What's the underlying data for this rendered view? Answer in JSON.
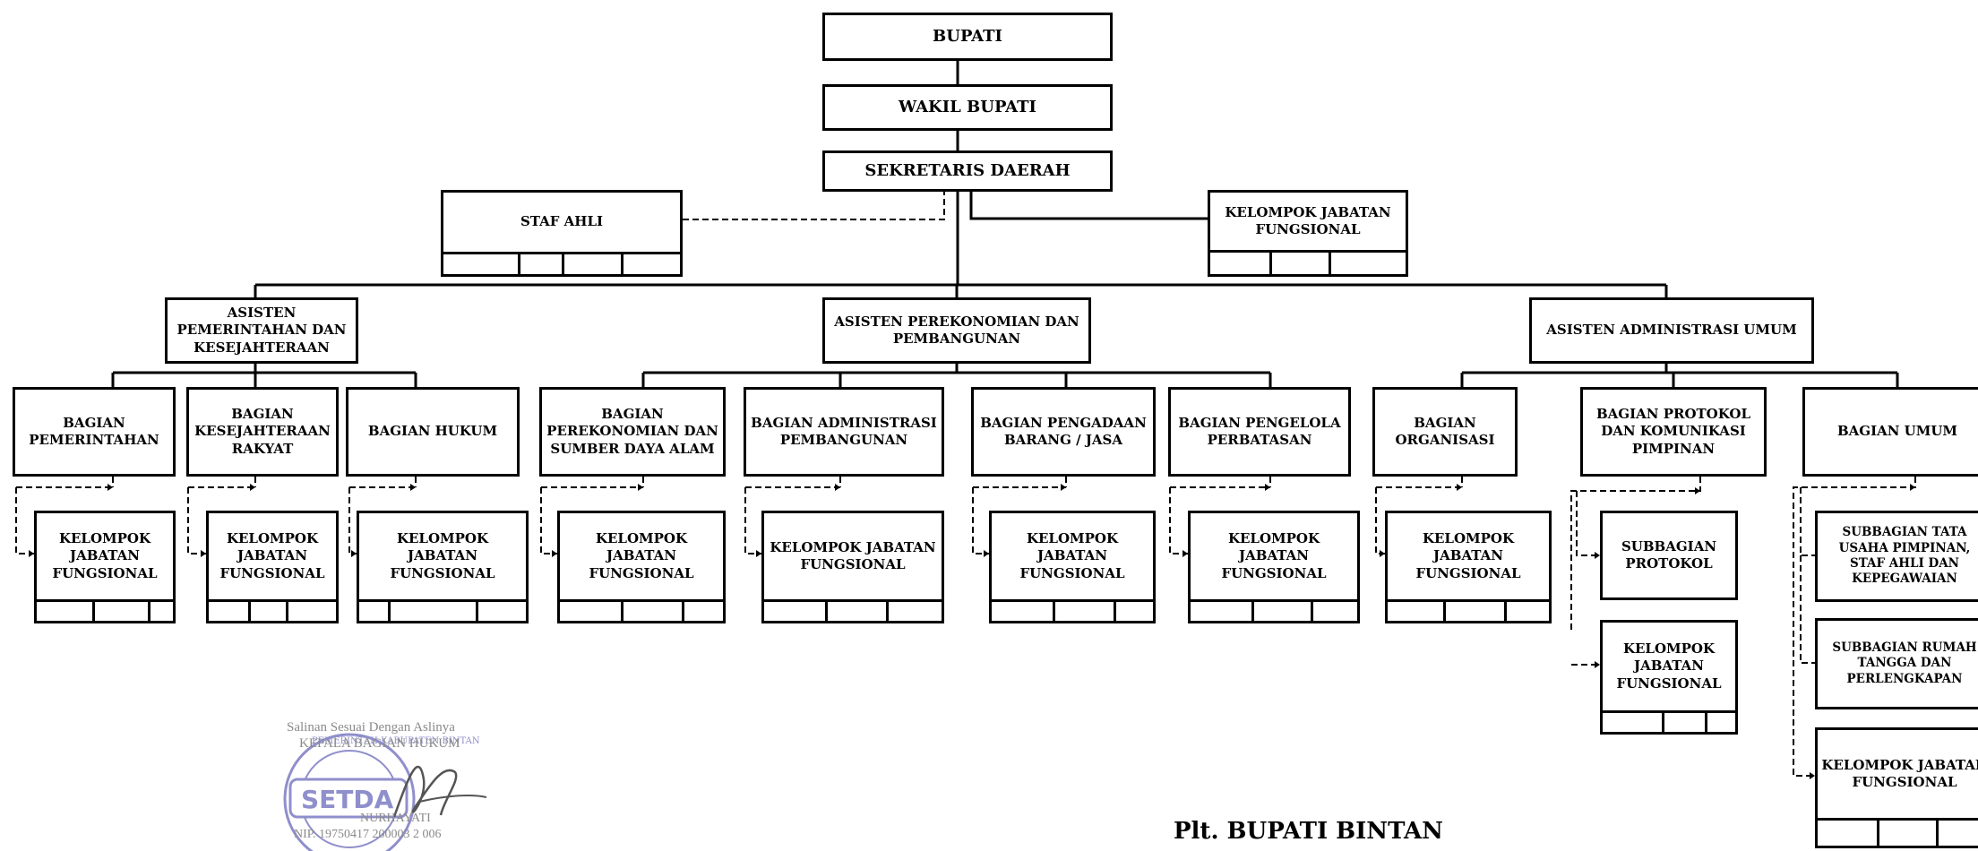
{
  "colors": {
    "line": "#000000",
    "stamp": "#8f8fcc",
    "stamp_text": "#8a8a8a"
  },
  "top": {
    "bupati": "BUPATI",
    "wakil_bupati": "WAKIL BUPATI",
    "sekretaris_daerah": "SEKRETARIS DAERAH",
    "staf_ahli": "STAF AHLI",
    "kelompok_top": "KELOMPOK JABATAN FUNGSIONAL"
  },
  "asisten": {
    "pemerintahan": "ASISTEN PEMERINTAHAN DAN KESEJAHTERAAN",
    "perekonomian": "ASISTEN PEREKONOMIAN DAN PEMBANGUNAN",
    "administrasi": "ASISTEN ADMINISTRASI UMUM"
  },
  "bagian": {
    "pemerintahan": "BAGIAN PEMERINTAHAN",
    "kesra": "BAGIAN KESEJAHTERAAN RAKYAT",
    "hukum": "BAGIAN HUKUM",
    "perekonomian_sda": "BAGIAN PEREKONOMIAN DAN SUMBER DAYA ALAM",
    "adm_pembangunan": "BAGIAN ADMINISTRASI PEMBANGUNAN",
    "pengadaan": "BAGIAN PENGADAAN BARANG / JASA",
    "perbatasan": "BAGIAN PENGELOLA PERBATASAN",
    "organisasi": "BAGIAN ORGANISASI",
    "protokol": "BAGIAN PROTOKOL DAN KOMUNIKASI PIMPINAN",
    "umum": "BAGIAN UMUM"
  },
  "kelompok": "KELOMPOK JABATAN FUNGSIONAL",
  "subbagian": {
    "protokol": "SUBBAGIAN PROTOKOL",
    "tata_usaha": "SUBBAGIAN TATA USAHA PIMPINAN, STAF AHLI DAN KEPEGAWAIAN",
    "rumah_tangga": "SUBBAGIAN RUMAH TANGGA DAN PERLENGKAPAN"
  },
  "stamp": {
    "line1": "Salinan Sesuai Dengan Aslinya",
    "line2": "KEPALA BAGIAN HUKUM",
    "seal_text": "SETDA",
    "seal_ring": "PEMERINTAH KABUPATEN BINTAN",
    "name": "NURHAYATI",
    "nip": "NIP. 19750417 200003 2 006"
  },
  "signature": "Plt. BUPATI BINTAN"
}
